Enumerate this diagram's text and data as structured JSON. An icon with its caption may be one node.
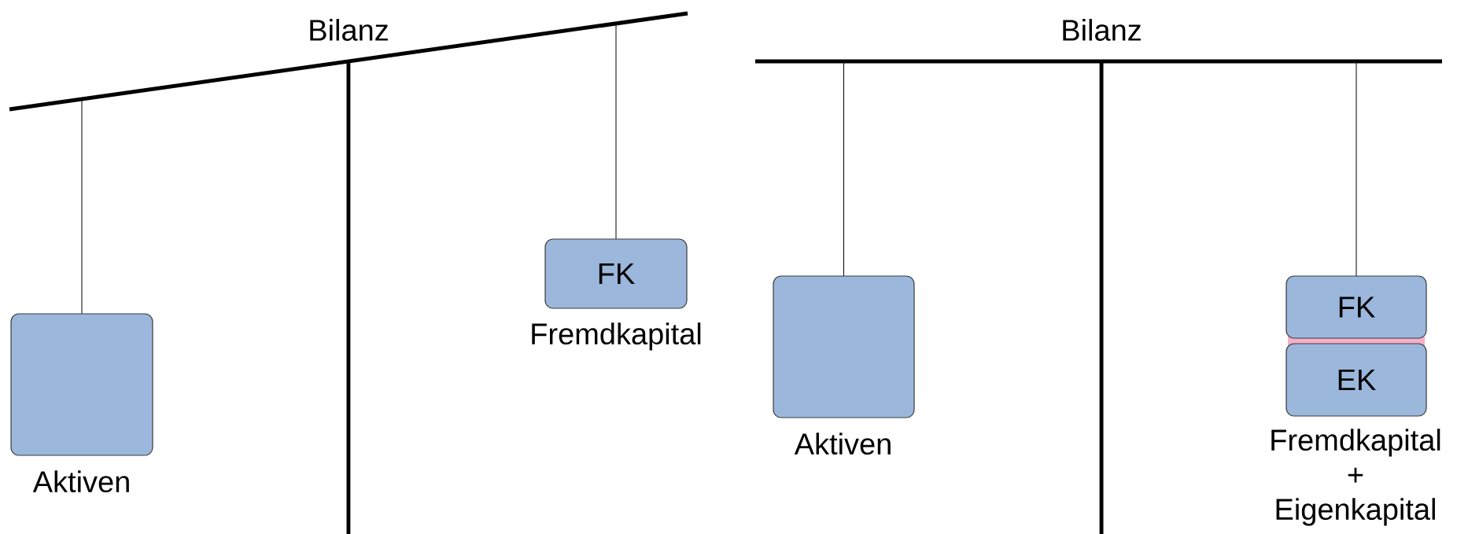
{
  "diagram": {
    "nodes": [
      {
        "text": [],
        "shape": "box",
        "beside": [
          "Aktiven"
        ]
      },
      {
        "text": [
          "FK"
        ],
        "beside": [
          "Fremdkapital"
        ]
      },
      {
        "text": [],
        "shape": "box",
        "beside": [
          "Aktiven"
        ]
      },
      {
        "text": [
          "FK"
        ]
      },
      {
        "text": [
          "EK"
        ],
        "beside": [
          "Fremdkapital + Eigenkapital"
        ]
      }
    ],
    "labels": [
      "Bilanz",
      "Bilanz"
    ]
  }
}
